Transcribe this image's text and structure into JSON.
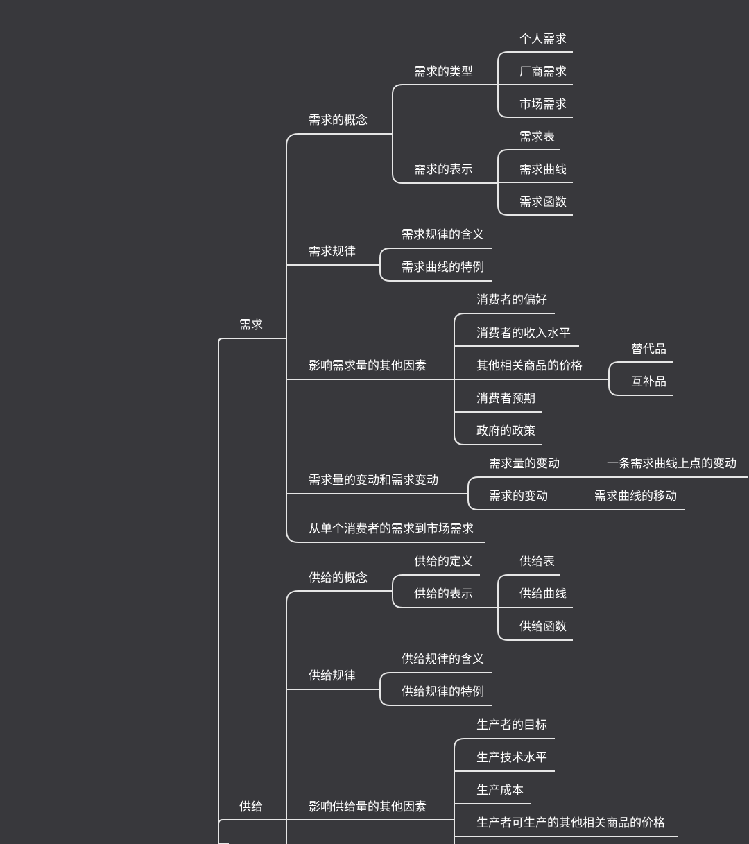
{
  "colors": {
    "background": "#38383c",
    "text": "#ffffff",
    "line": "#e6e6e6"
  },
  "mindmap": {
    "demand": {
      "label": "需求",
      "concept": {
        "label": "需求的概念",
        "types": {
          "label": "需求的类型",
          "items": [
            "个人需求",
            "厂商需求",
            "市场需求"
          ]
        },
        "repr": {
          "label": "需求的表示",
          "items": [
            "需求表",
            "需求曲线",
            "需求函数"
          ]
        }
      },
      "law": {
        "label": "需求规律",
        "items": [
          "需求规律的含义",
          "需求曲线的特例"
        ]
      },
      "factors": {
        "label": "影响需求量的其他因素",
        "items": [
          "消费者的偏好",
          "消费者的收入水平",
          "其他相关商品的价格",
          "消费者预期",
          "政府的政策"
        ],
        "related": [
          "替代品",
          "互补品"
        ]
      },
      "change": {
        "label": "需求量的变动和需求变动",
        "qty": {
          "label": "需求量的变动",
          "note": "一条需求曲线上点的变动"
        },
        "demand": {
          "label": "需求的变动",
          "note": "需求曲线的移动"
        }
      },
      "market": {
        "label": "从单个消费者的需求到市场需求"
      }
    },
    "supply": {
      "label": "供给",
      "concept": {
        "label": "供给的概念",
        "definition": "供给的定义",
        "repr": {
          "label": "供给的表示",
          "items": [
            "供给表",
            "供给曲线",
            "供给函数"
          ]
        }
      },
      "law": {
        "label": "供给规律",
        "items": [
          "供给规律的含义",
          "供给规律的特例"
        ]
      },
      "factors": {
        "label": "影响供给量的其他因素",
        "items": [
          "生产者的目标",
          "生产技术水平",
          "生产成本",
          "生产者可生产的其他相关商品的价格"
        ]
      }
    }
  }
}
